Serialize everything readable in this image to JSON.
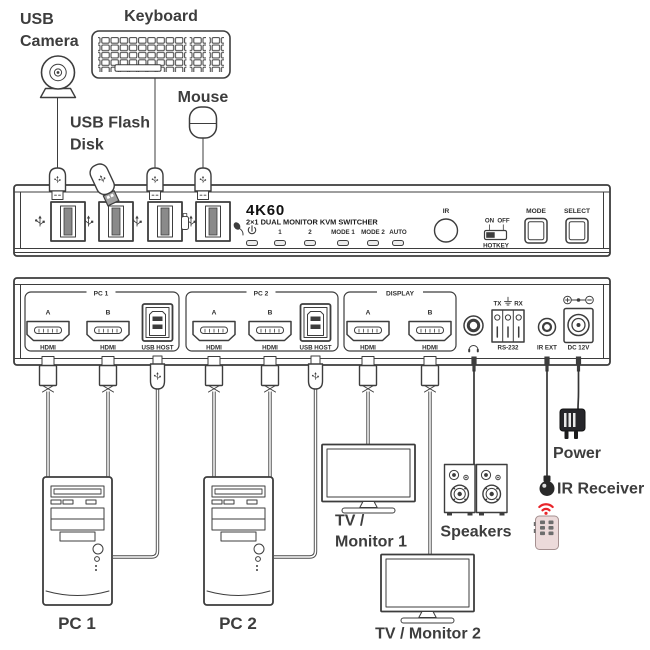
{
  "peripherals": {
    "camera_label_line1": "USB",
    "camera_label_line2": "Camera",
    "keyboard_label": "Keyboard",
    "mouse_label": "Mouse",
    "flash_label_line1": "USB Flash",
    "flash_label_line2": "Disk"
  },
  "front_panel": {
    "model": "4K60",
    "subtitle": "2×1 DUAL MONITOR KVM SWITCHER",
    "ir_label": "IR",
    "hotkey": {
      "on": "ON",
      "off": "OFF",
      "label": "HOTKEY"
    },
    "mode_button": "MODE",
    "select_button": "SELECT",
    "led_labels": {
      "input1": "1",
      "input2": "2",
      "mode1": "MODE 1",
      "mode2": "MODE 2",
      "auto": "AUTO"
    }
  },
  "rear_panel": {
    "group_pc1": "PC 1",
    "group_pc2": "PC 2",
    "group_display": "DISPLAY",
    "port_a": "A",
    "port_b": "B",
    "hdmi": "HDMI",
    "usb_host": "USB HOST",
    "tx": "TX",
    "rx": "RX",
    "rs232": "RS-232",
    "ir_ext": "IR EXT",
    "dc": "DC 12V"
  },
  "devices": {
    "pc1": "PC 1",
    "pc2": "PC 2",
    "tv1_line1": "TV /",
    "tv1_line2": "Monitor 1",
    "tv2": "TV / Monitor 2",
    "speakers": "Speakers",
    "power": "Power",
    "ir_receiver": "IR Receiver"
  },
  "colors": {
    "line": "#3d3d3d",
    "ir_signal_red": "#e8252a",
    "remote_body": "#ecdada"
  }
}
